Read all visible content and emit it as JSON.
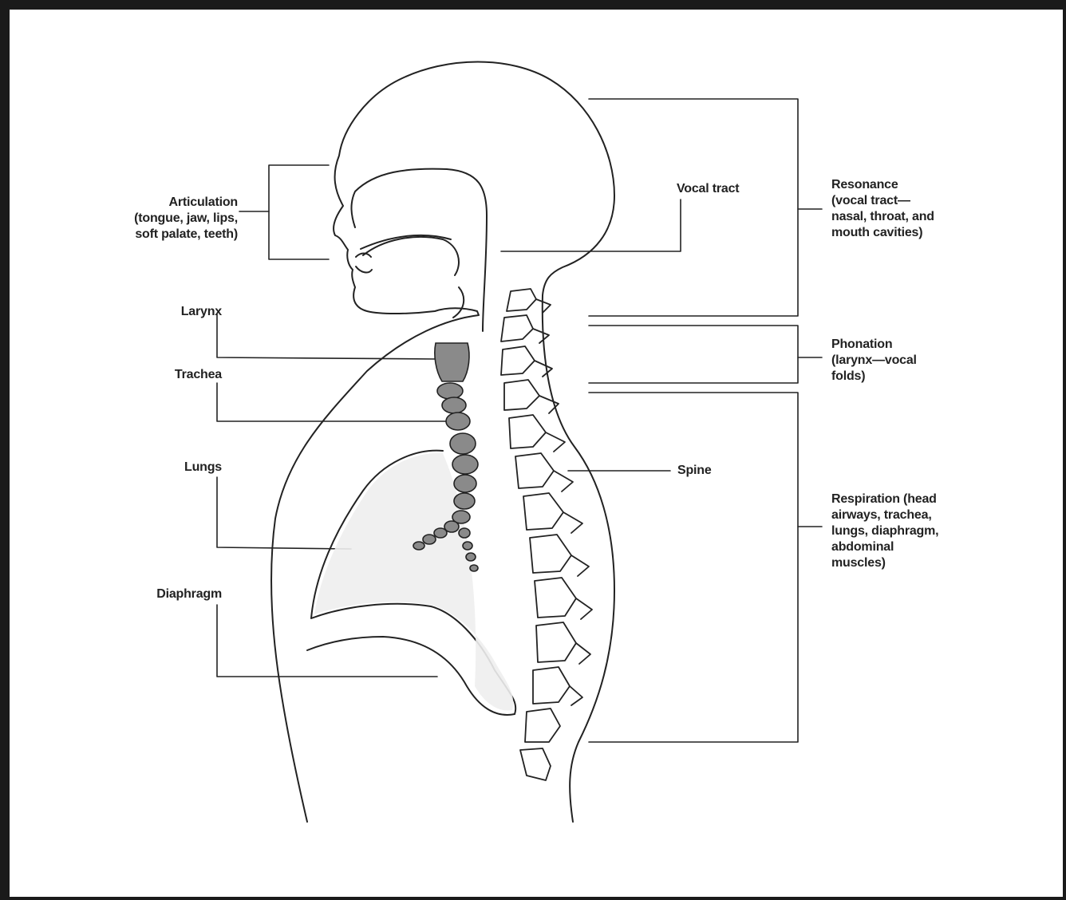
{
  "labels": {
    "articulation": "Articulation\n(tongue, jaw, lips,\nsoft palate, teeth)",
    "larynx": "Larynx",
    "trachea": "Trachea",
    "lungs": "Lungs",
    "diaphragm": "Diaphragm",
    "vocal_tract": "Vocal tract",
    "spine": "Spine",
    "resonance": "Resonance\n(vocal tract—\nnasal, throat, and\nmouth cavities)",
    "phonation": "Phonation\n(larynx—vocal\nfolds)",
    "respiration": "Respiration (head\nairways, trachea,\nlungs, diaphragm,\nabdominal\nmuscles)"
  },
  "colors": {
    "line": "#222222",
    "larynx_fill": "#8a8a8a",
    "lung_fill": "#eeeeee",
    "frame": "#1a1a1a"
  }
}
